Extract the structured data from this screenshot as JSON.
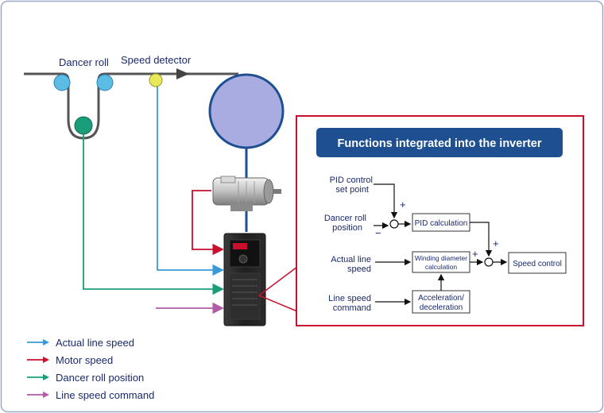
{
  "labels": {
    "dancer_roll": "Dancer roll",
    "speed_detector": "Speed detector"
  },
  "panel": {
    "title": "Functions integrated into the inverter",
    "inputs": {
      "pid_set_point": [
        "PID control",
        "set point"
      ],
      "dancer_position": [
        "Dancer roll",
        "position"
      ],
      "actual_line_speed": [
        "Actual line",
        "speed"
      ],
      "line_speed_command": [
        "Line speed",
        "command"
      ]
    },
    "blocks": {
      "pid_calculation": [
        "PID calculation"
      ],
      "winding_diameter": [
        "Winding diameter",
        "calculation"
      ],
      "acceleration": [
        "Acceleration/",
        "deceleration"
      ],
      "speed_control": [
        "Speed control"
      ]
    },
    "signs": {
      "plus": "+",
      "minus": "−"
    }
  },
  "legend": [
    {
      "label": "Actual line speed",
      "color": "#3a9ad9"
    },
    {
      "label": "Motor speed",
      "color": "#c8102e"
    },
    {
      "label": "Dancer roll position",
      "color": "#1a9e7a"
    },
    {
      "label": "Line speed command",
      "color": "#b05aa8"
    }
  ],
  "colors": {
    "frame": "#9aa7c7",
    "panel_border": "#c8102e",
    "title_bg": "#1d4f91",
    "web_line": "#555555",
    "dancer_roll_fill": "#5bbce4",
    "dancer_bottom_fill": "#1a9e7a",
    "detector_fill": "#e8e85a",
    "drum_fill": "#a9ace0",
    "drum_stroke": "#1d4f91",
    "shaft": "#1d4f91",
    "actual_line_speed": "#3a9ad9",
    "motor_speed": "#c8102e",
    "dancer_position": "#1a9e7a",
    "line_speed_command": "#b05aa8"
  }
}
